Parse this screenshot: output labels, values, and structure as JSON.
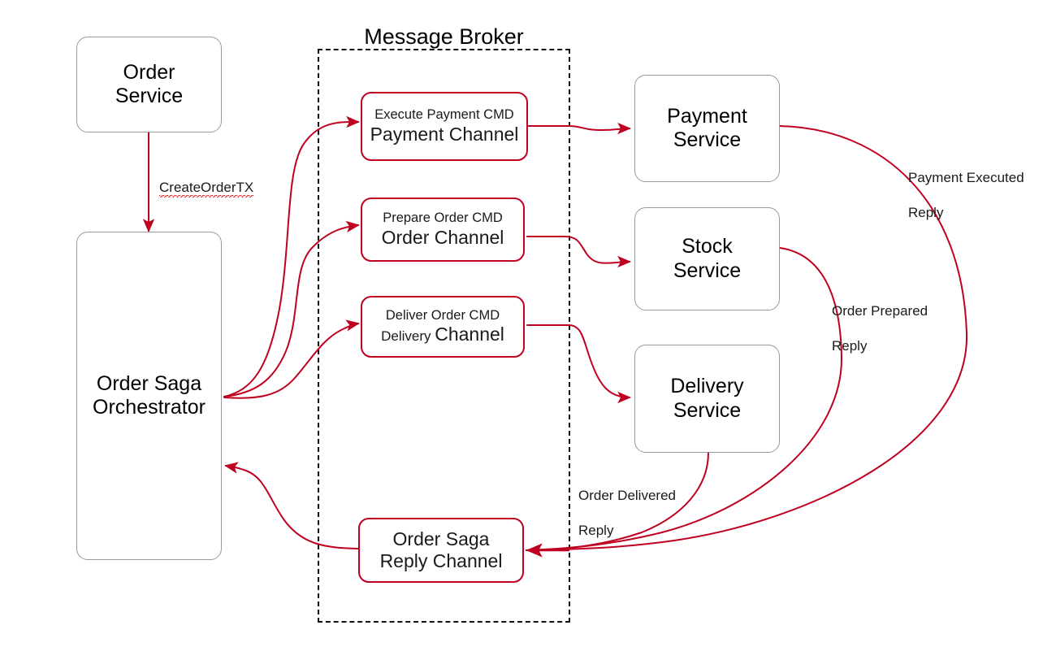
{
  "diagram": {
    "title_visible": false,
    "broker": {
      "label": "Message Broker"
    },
    "services": [
      {
        "id": "order-service",
        "line1": "Order",
        "line2": "Service"
      },
      {
        "id": "order-saga",
        "line1": "Order Saga",
        "line2": "Orchestrator"
      },
      {
        "id": "payment-service",
        "line1": "Payment",
        "line2": "Service"
      },
      {
        "id": "stock-service",
        "line1": "Stock",
        "line2": "Service"
      },
      {
        "id": "delivery-service",
        "line1": "Delivery",
        "line2": "Service"
      }
    ],
    "channels": [
      {
        "id": "payment-channel",
        "cmd": "Execute Payment CMD",
        "name": "Payment Channel"
      },
      {
        "id": "order-channel",
        "cmd": "Prepare Order CMD",
        "name": "Order Channel"
      },
      {
        "id": "delivery-channel",
        "cmd": "Deliver Order CMD",
        "name_pre": "Delivery ",
        "name_main": "Channel"
      },
      {
        "id": "reply-channel",
        "line1": "Order Saga",
        "line2": "Reply Channel"
      }
    ],
    "edge_labels": [
      {
        "id": "create-order-tx",
        "text": "CreateOrderTX"
      },
      {
        "id": "payment-executed",
        "line1": "Payment Executed",
        "line2": "Reply"
      },
      {
        "id": "order-prepared",
        "line1": "Order Prepared",
        "line2": "Reply"
      },
      {
        "id": "order-delivered",
        "line1": "Order Delivered",
        "line2": "Reply"
      }
    ],
    "colors": {
      "arrow_red": "#c00020",
      "service_border": "#9a9a9a",
      "broker_border": "#111111",
      "text": "#000000",
      "spellcheck_underline": "#e21b1b",
      "background": "#ffffff"
    }
  }
}
